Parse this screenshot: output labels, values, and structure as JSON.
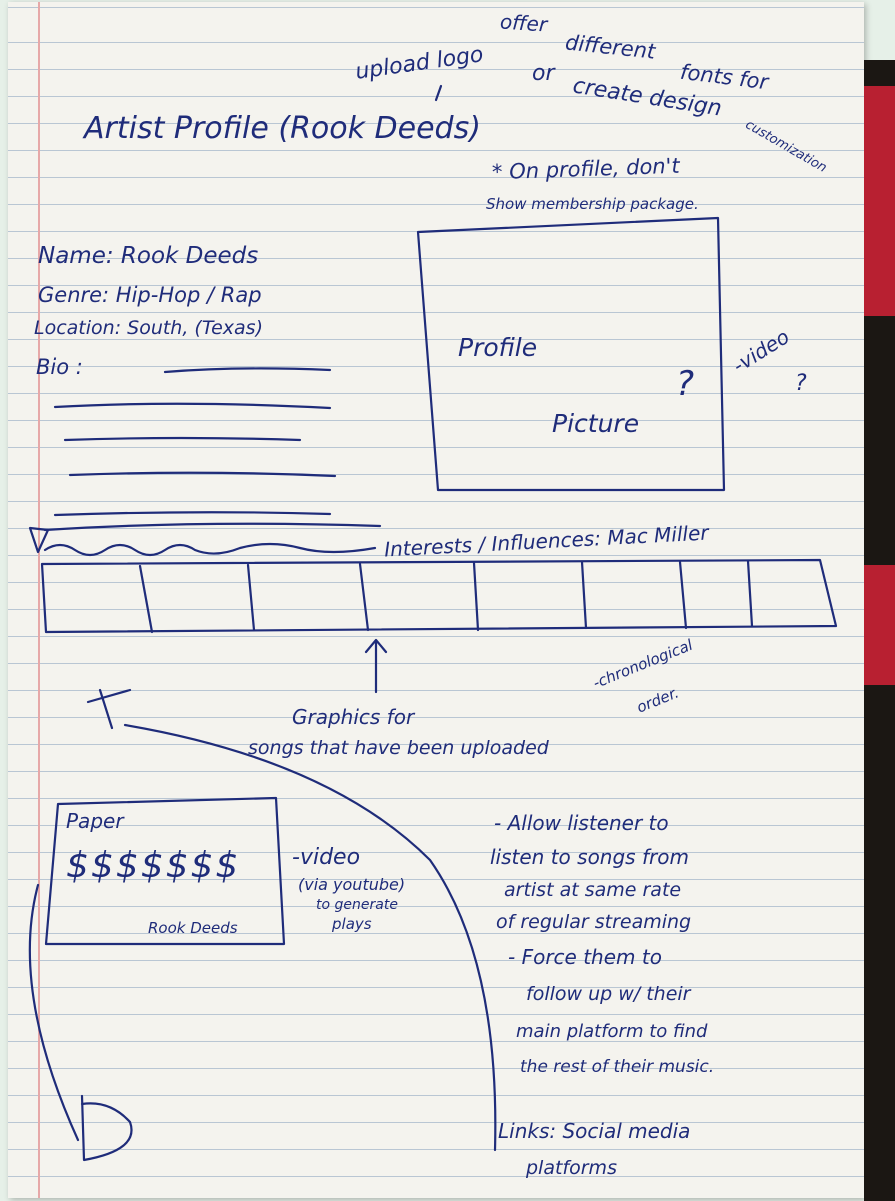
{
  "sketch": {
    "header": {
      "upload_logo": "upload logo",
      "offer": "offer",
      "or": "or",
      "different": "different",
      "fonts_for": "fonts for",
      "create_design": "create design",
      "customization": "customization",
      "title": "Artist Profile (Rook Deeds)",
      "note_line1": "* On profile, don't",
      "note_line2": "Show membership package."
    },
    "info": {
      "name": "Name:  Rook Deeds",
      "genre": "Genre:  Hip-Hop / Rap",
      "location": "Location:  South, (Texas)",
      "bio": "Bio :"
    },
    "profile_picture": {
      "line1": "Profile",
      "line2": "Picture",
      "question": "?",
      "video_note": "-video",
      "video_question": "?"
    },
    "interests": "Interests / Influences: Mac Miller",
    "songs": {
      "graphics_line1": "Graphics for",
      "graphics_line2": "songs that have been uploaded",
      "chrono_line1": "-chronological",
      "chrono_line2": "order."
    },
    "paper_card": {
      "title": "Paper",
      "dollars": "$$$$$$$",
      "artist": "Rook Deeds",
      "video_label": "-video",
      "youtube": "(via youtube)",
      "generate": "to generate",
      "plays": "plays"
    },
    "notes": {
      "allow_1": "- Allow listener to",
      "allow_2": "listen to songs from",
      "allow_3": "artist at same rate",
      "allow_4": "of regular streaming",
      "force_1": "- Force them to",
      "force_2": "follow up w/ their",
      "force_3": "main platform to find",
      "force_4": "the rest of their music.",
      "links_1": "Links: Social media",
      "links_2": "platforms"
    },
    "colors": {
      "ink": "#1f2c7a",
      "paper": "#f4f3ee",
      "ruled_line": "#b9c6d3",
      "margin": "#e6a8a8",
      "binder": "#1b1713",
      "ribbon": "#b82031"
    }
  }
}
